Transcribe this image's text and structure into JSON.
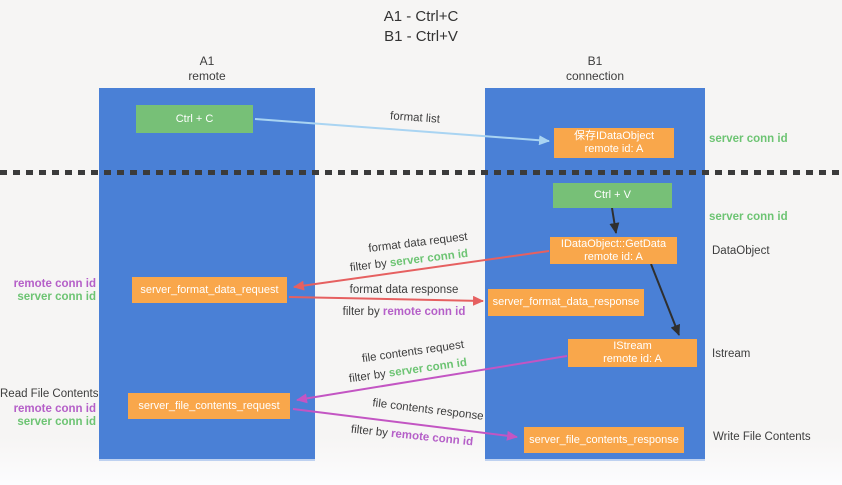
{
  "title": {
    "line1": "A1 - Ctrl+C",
    "line2": "B1 - Ctrl+V"
  },
  "lanes": {
    "left": {
      "name": "A1",
      "role": "remote"
    },
    "right": {
      "name": "B1",
      "role": "connection"
    }
  },
  "nodes": {
    "ctrl_c": {
      "label": "Ctrl + C"
    },
    "save_idataobject": {
      "line1": "保存IDataObject",
      "line2": "remote id: A"
    },
    "ctrl_v": {
      "label": "Ctrl + V"
    },
    "idataobject_getdata": {
      "line1": "IDataObject::GetData",
      "line2": "remote id: A"
    },
    "server_format_data_request": {
      "label": "server_format_data_request"
    },
    "server_format_data_response": {
      "label": "server_format_data_response"
    },
    "istream": {
      "line1": "IStream",
      "line2": "remote id: A"
    },
    "server_file_contents_request": {
      "label": "server_file_contents_request"
    },
    "server_file_contents_response": {
      "label": "server_file_contents_response"
    }
  },
  "annotations": {
    "right": {
      "server_conn_id_top": "server conn id",
      "server_conn_id_mid": "server conn id",
      "dataobject": "DataObject",
      "istream": "Istream",
      "write_file_contents": "Write File Contents"
    },
    "left": {
      "remote_conn_id_top": "remote conn id",
      "server_conn_id_top": "server conn id",
      "read_file_contents": "Read File Contents",
      "remote_conn_id_bottom": "remote conn id",
      "server_conn_id_bottom": "server conn id"
    }
  },
  "edge_labels": {
    "format_list": "format list",
    "format_data_request": "format data request",
    "format_data_response": "format data response",
    "file_contents_request": "file contents request",
    "file_contents_response": "file contents response",
    "filter_prefix": "filter by",
    "filter_server": "server conn id",
    "filter_remote": "remote conn id"
  },
  "colors": {
    "lane_blue": "#4a80d6",
    "node_green": "#77c077",
    "node_orange": "#f9a74b",
    "arrow_red": "#e66060",
    "arrow_magenta": "#c355c3",
    "arrow_blue": "#a9d4f2",
    "arrow_black": "#2f2f2f",
    "text_green": "#6dc473",
    "text_purple": "#b55fc8",
    "text_dark": "#3d3d3d"
  }
}
